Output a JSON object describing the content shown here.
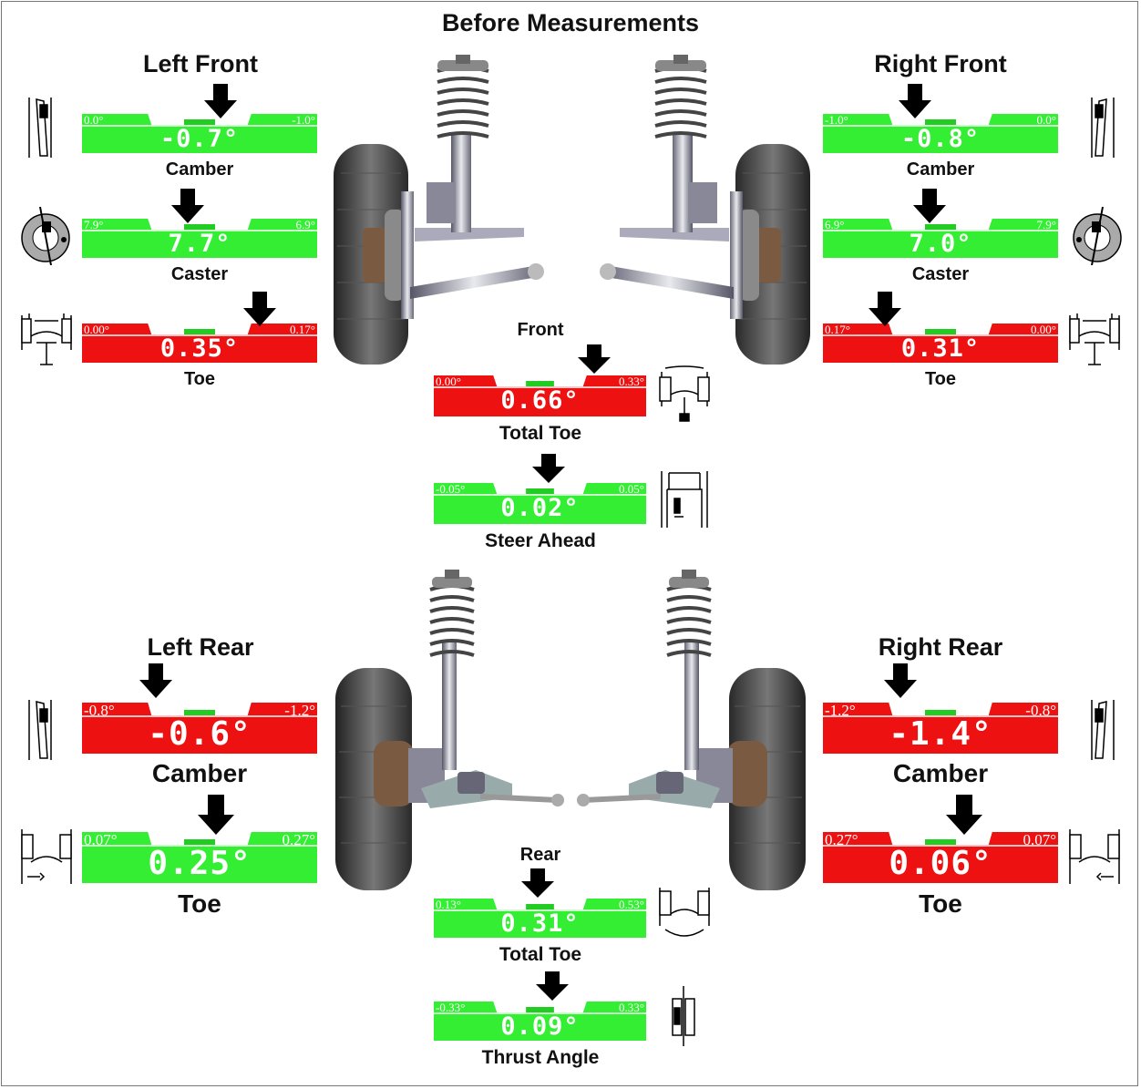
{
  "title": "Before Measurements",
  "front": {
    "left": {
      "heading": "Left Front",
      "camber": {
        "label": "Camber",
        "min": "0.0°",
        "max": "-1.0°",
        "value": "-0.7°",
        "status": "in-spec"
      },
      "caster": {
        "label": "Caster",
        "min": "7.9°",
        "max": "6.9°",
        "value": "7.7°",
        "status": "in-spec"
      },
      "toe": {
        "label": "Toe",
        "min": "0.00°",
        "max": "0.17°",
        "value": "0.35°",
        "status": "out-of-spec"
      }
    },
    "right": {
      "heading": "Right Front",
      "camber": {
        "label": "Camber",
        "min": "-1.0°",
        "max": "0.0°",
        "value": "-0.8°",
        "status": "in-spec"
      },
      "caster": {
        "label": "Caster",
        "min": "6.9°",
        "max": "7.9°",
        "value": "7.0°",
        "status": "in-spec"
      },
      "toe": {
        "label": "Toe",
        "min": "0.17°",
        "max": "0.00°",
        "value": "0.31°",
        "status": "out-of-spec"
      }
    },
    "center_label": "Front",
    "total_toe": {
      "label": "Total Toe",
      "min": "0.00°",
      "max": "0.33°",
      "value": "0.66°",
      "status": "out-of-spec"
    },
    "steer_ahead": {
      "label": "Steer Ahead",
      "min": "-0.05°",
      "max": "0.05°",
      "value": "0.02°",
      "status": "in-spec"
    }
  },
  "rear": {
    "left": {
      "heading": "Left Rear",
      "camber": {
        "label": "Camber",
        "min": "-0.8°",
        "max": "-1.2°",
        "value": "-0.6°",
        "status": "out-of-spec"
      },
      "toe": {
        "label": "Toe",
        "min": "0.07°",
        "max": "0.27°",
        "value": "0.25°",
        "status": "in-spec"
      }
    },
    "right": {
      "heading": "Right Rear",
      "camber": {
        "label": "Camber",
        "min": "-1.2°",
        "max": "-0.8°",
        "value": "-1.4°",
        "status": "out-of-spec"
      },
      "toe": {
        "label": "Toe",
        "min": "0.27°",
        "max": "0.07°",
        "value": "0.06°",
        "status": "out-of-spec"
      }
    },
    "center_label": "Rear",
    "total_toe": {
      "label": "Total Toe",
      "min": "0.13°",
      "max": "0.53°",
      "value": "0.31°",
      "status": "in-spec"
    },
    "thrust_angle": {
      "label": "Thrust Angle",
      "min": "-0.33°",
      "max": "0.33°",
      "value": "0.09°",
      "status": "in-spec"
    }
  },
  "colors": {
    "in_spec": "#33ee33",
    "out_of_spec": "#ee1111",
    "center_band": "#22cc22",
    "text": "#111111",
    "arrow": "#000000"
  },
  "icons": [
    "camber-diagram-icon",
    "caster-wheel-icon",
    "toe-diagram-icon",
    "total-toe-icon",
    "steer-ahead-icon",
    "thrust-angle-icon",
    "front-suspension-image",
    "rear-suspension-image"
  ]
}
